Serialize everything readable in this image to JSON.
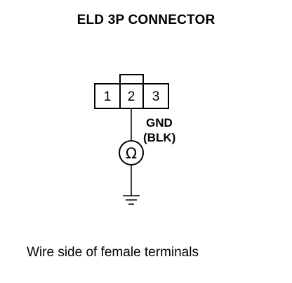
{
  "title": "ELD 3P CONNECTOR",
  "connector": {
    "pins": [
      "1",
      "2",
      "3"
    ]
  },
  "wire": {
    "label_line1": "GND",
    "label_line2": "(BLK)"
  },
  "meter": {
    "symbol": "Ω",
    "icon": "ohmmeter-icon"
  },
  "ground": {
    "icon": "ground-icon"
  },
  "caption": "Wire side of female terminals"
}
